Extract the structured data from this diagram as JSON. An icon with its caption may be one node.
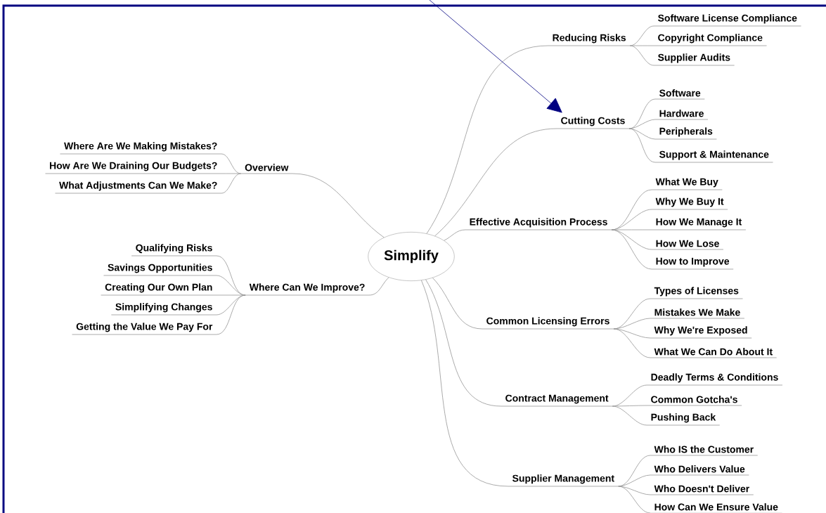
{
  "diagram": {
    "nodes": [
      {
        "text": [
          "Simplify"
        ]
      },
      {
        "text": [
          "Overview"
        ]
      },
      {
        "text": [
          "Where Are We Making Mistakes?"
        ]
      },
      {
        "text": [
          "How Are We Draining Our Budgets?"
        ]
      },
      {
        "text": [
          "What Adjustments Can We Make?"
        ]
      },
      {
        "text": [
          "Where Can We Improve?"
        ]
      },
      {
        "text": [
          "Qualifying Risks"
        ]
      },
      {
        "text": [
          "Savings Opportunities"
        ]
      },
      {
        "text": [
          "Creating Our Own Plan"
        ]
      },
      {
        "text": [
          "Simplifying Changes"
        ]
      },
      {
        "text": [
          "Getting the Value We Pay For"
        ]
      },
      {
        "text": [
          "Reducing Risks"
        ]
      },
      {
        "text": [
          "Software License Compliance"
        ]
      },
      {
        "text": [
          "Copyright Compliance"
        ]
      },
      {
        "text": [
          "Supplier Audits"
        ]
      },
      {
        "text": [
          "Cutting Costs"
        ]
      },
      {
        "text": [
          "Software"
        ]
      },
      {
        "text": [
          "Hardware"
        ]
      },
      {
        "text": [
          "Peripherals"
        ]
      },
      {
        "text": [
          "Support & Maintenance"
        ]
      },
      {
        "text": [
          "Effective Acquisition Process"
        ]
      },
      {
        "text": [
          "What We Buy"
        ]
      },
      {
        "text": [
          "Why We Buy It"
        ]
      },
      {
        "text": [
          "How We Manage It"
        ]
      },
      {
        "text": [
          "How We Lose"
        ]
      },
      {
        "text": [
          "How to Improve"
        ]
      },
      {
        "text": [
          "Common Licensing Errors"
        ]
      },
      {
        "text": [
          "Types of Licenses"
        ]
      },
      {
        "text": [
          "Mistakes We Make"
        ]
      },
      {
        "text": [
          "Why We're Exposed"
        ]
      },
      {
        "text": [
          "What We Can Do About It"
        ]
      },
      {
        "text": [
          "Contract Management"
        ]
      },
      {
        "text": [
          "Deadly Terms & Conditions"
        ]
      },
      {
        "text": [
          "Common Gotcha's"
        ]
      },
      {
        "text": [
          "Pushing Back"
        ]
      },
      {
        "text": [
          "Supplier Management"
        ]
      },
      {
        "text": [
          "Who IS the Customer"
        ]
      },
      {
        "text": [
          "Who Delivers Value"
        ]
      },
      {
        "text": [
          "Who Doesn't Deliver"
        ]
      },
      {
        "text": [
          "How Can We Ensure Value"
        ]
      }
    ],
    "edges": [
      {
        "from": 0,
        "to": 1,
        "arrow": "none"
      },
      {
        "from": 1,
        "to": 2,
        "arrow": "none"
      },
      {
        "from": 1,
        "to": 3,
        "arrow": "none"
      },
      {
        "from": 1,
        "to": 4,
        "arrow": "none"
      },
      {
        "from": 0,
        "to": 5,
        "arrow": "none"
      },
      {
        "from": 5,
        "to": 6,
        "arrow": "none"
      },
      {
        "from": 5,
        "to": 7,
        "arrow": "none"
      },
      {
        "from": 5,
        "to": 8,
        "arrow": "none"
      },
      {
        "from": 5,
        "to": 9,
        "arrow": "none"
      },
      {
        "from": 5,
        "to": 10,
        "arrow": "none"
      },
      {
        "from": 0,
        "to": 11,
        "arrow": "none"
      },
      {
        "from": 11,
        "to": 12,
        "arrow": "none"
      },
      {
        "from": 11,
        "to": 13,
        "arrow": "none"
      },
      {
        "from": 11,
        "to": 14,
        "arrow": "none"
      },
      {
        "from": 0,
        "to": 15,
        "arrow": "none"
      },
      {
        "from": 15,
        "to": 16,
        "arrow": "none"
      },
      {
        "from": 15,
        "to": 17,
        "arrow": "none"
      },
      {
        "from": 15,
        "to": 18,
        "arrow": "none"
      },
      {
        "from": 15,
        "to": 19,
        "arrow": "none"
      },
      {
        "from": 0,
        "to": 20,
        "arrow": "none"
      },
      {
        "from": 20,
        "to": 21,
        "arrow": "none"
      },
      {
        "from": 20,
        "to": 22,
        "arrow": "none"
      },
      {
        "from": 20,
        "to": 23,
        "arrow": "none"
      },
      {
        "from": 20,
        "to": 24,
        "arrow": "none"
      },
      {
        "from": 20,
        "to": 25,
        "arrow": "none"
      },
      {
        "from": 0,
        "to": 26,
        "arrow": "none"
      },
      {
        "from": 26,
        "to": 27,
        "arrow": "none"
      },
      {
        "from": 26,
        "to": 28,
        "arrow": "none"
      },
      {
        "from": 26,
        "to": 29,
        "arrow": "none"
      },
      {
        "from": 26,
        "to": 30,
        "arrow": "none"
      },
      {
        "from": 0,
        "to": 31,
        "arrow": "none"
      },
      {
        "from": 31,
        "to": 32,
        "arrow": "none"
      },
      {
        "from": 31,
        "to": 33,
        "arrow": "none"
      },
      {
        "from": 31,
        "to": 34,
        "arrow": "none"
      },
      {
        "from": 0,
        "to": 35,
        "arrow": "none"
      },
      {
        "from": 35,
        "to": 36,
        "arrow": "none"
      },
      {
        "from": 35,
        "to": 37,
        "arrow": "none"
      },
      {
        "from": 35,
        "to": 38,
        "arrow": "none"
      },
      {
        "from": 35,
        "to": 39,
        "arrow": "none"
      },
      {
        "from": null,
        "to": 15,
        "arrow": "to",
        "color": "#000080"
      }
    ]
  }
}
